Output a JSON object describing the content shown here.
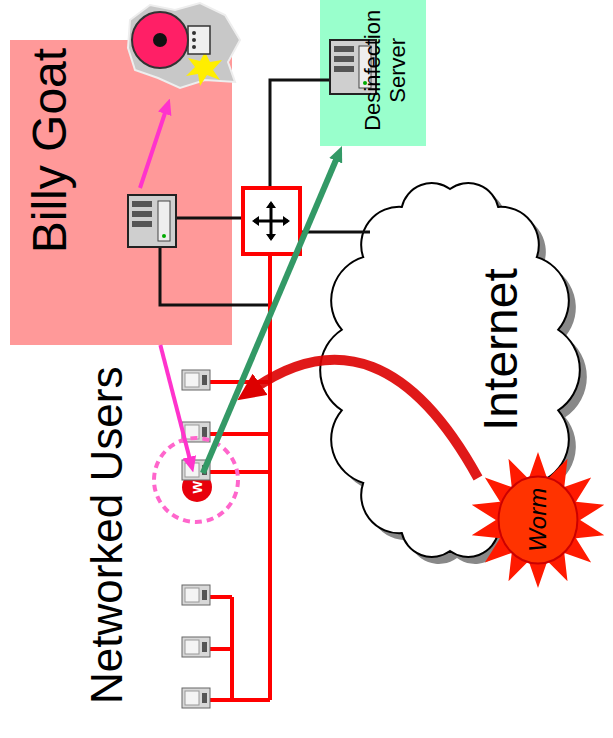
{
  "diagram": {
    "nodes": [
      {
        "text": [
          "Billy Goat"
        ]
      },
      {
        "text": [
          "Desinfection Server"
        ]
      },
      {
        "text": [
          "Internet"
        ]
      },
      {
        "text": [
          "w"
        ]
      },
      {
        "text": [
          "Worm"
        ]
      }
    ],
    "edges": [
      {
        "from": 3,
        "to": 1,
        "arrow": "to"
      },
      {
        "from": 0,
        "to": 3,
        "arrow": "to"
      }
    ],
    "labels": [
      "Networked Users"
    ]
  }
}
